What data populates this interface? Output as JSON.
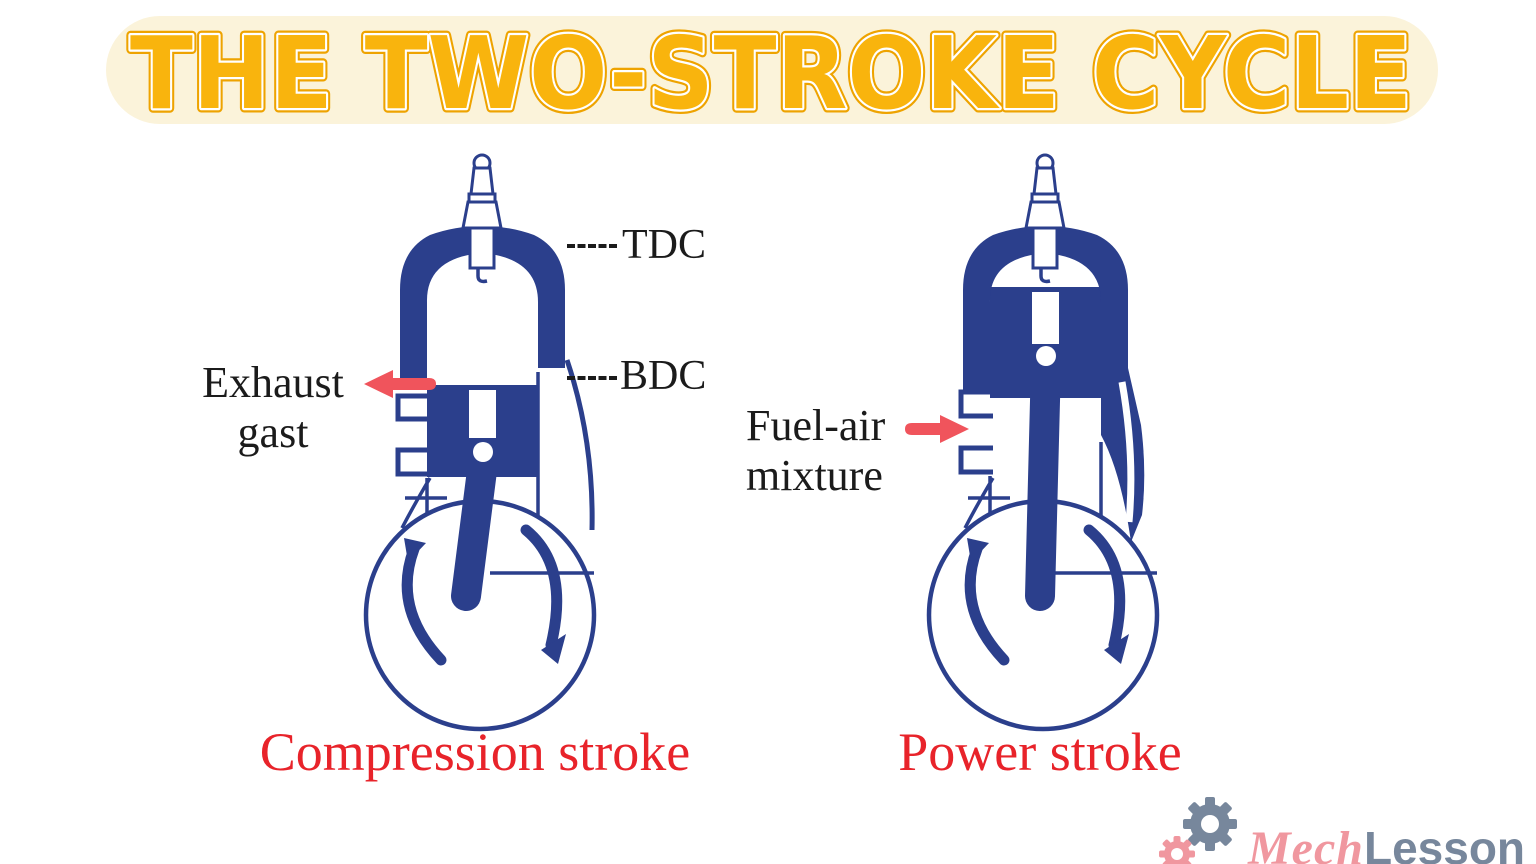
{
  "title": "THE TWO-STROKE CYCLE",
  "colors": {
    "engine_blue": "#2b3f8c",
    "arrow_red": "#f0545c",
    "caption_red": "#e8232a",
    "label_black": "#1b1b1b",
    "title_yellow": "#f9b40d",
    "title_outline": "#eea300",
    "banner_cream": "#fbf3da",
    "logo_slate": "#77879c",
    "logo_pink": "#f0979f"
  },
  "engines": {
    "left": {
      "caption": "Compression stroke",
      "flow_label_line1": "Exhaust",
      "flow_label_line2": "gast",
      "marker_top": "TDC",
      "marker_bottom": "BDC"
    },
    "right": {
      "caption": "Power stroke",
      "flow_label_line1": "Fuel-air",
      "flow_label_line2": "mixture"
    }
  },
  "logo": {
    "brand_part1": "Mech",
    "brand_part2": "Lesson"
  }
}
